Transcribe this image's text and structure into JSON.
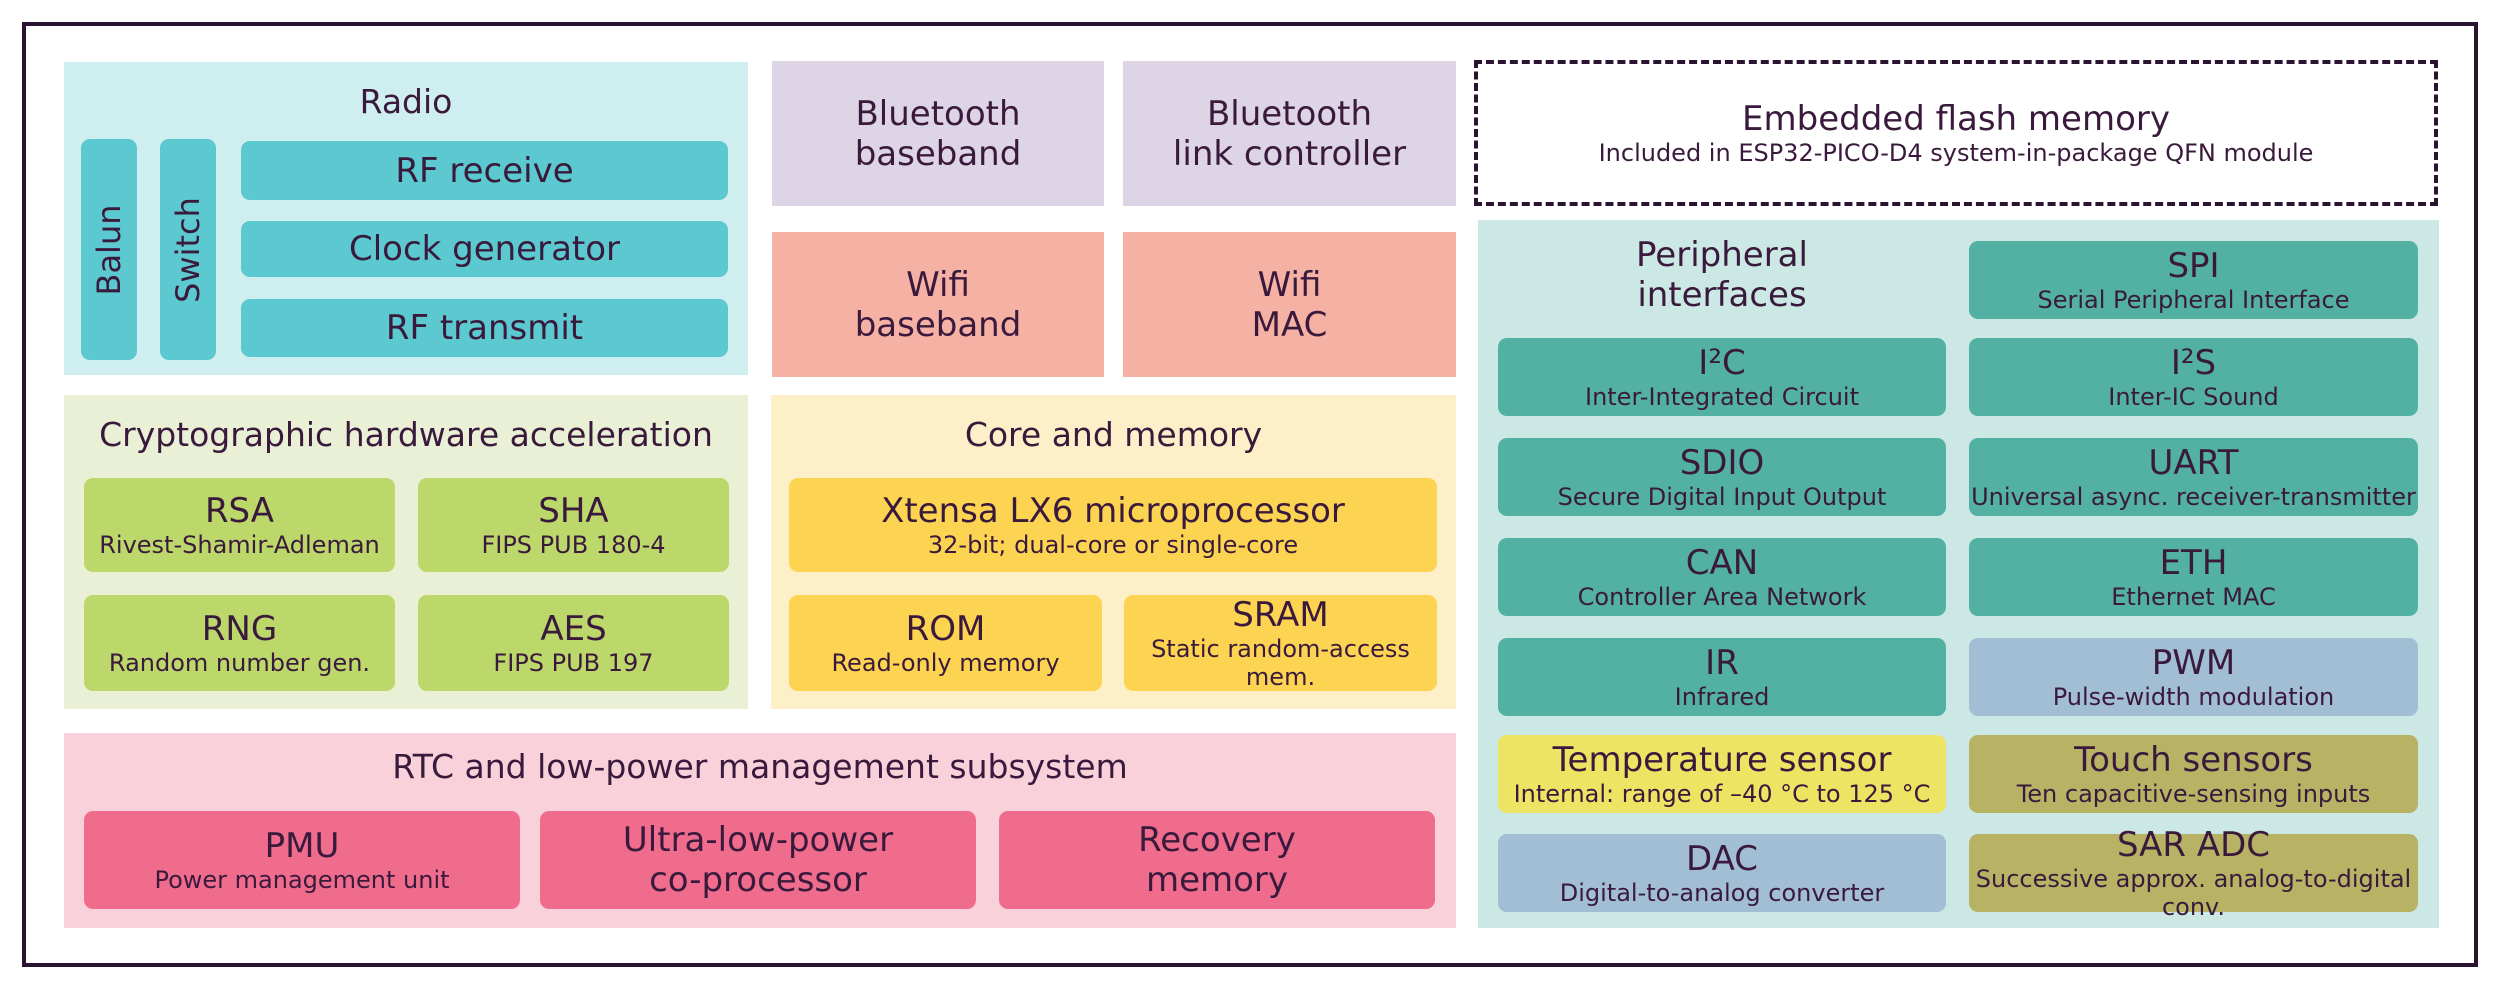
{
  "radio": {
    "title": "Radio",
    "balun": "Balun",
    "switch": "Switch",
    "rf_receive": "RF receive",
    "clock_generator": "Clock generator",
    "rf_transmit": "RF transmit"
  },
  "bluetooth": {
    "baseband": [
      "Bluetooth",
      "baseband"
    ],
    "link_controller": [
      "Bluetooth",
      "link controller"
    ]
  },
  "wifi": {
    "baseband": [
      "Wifi",
      "baseband"
    ],
    "mac": [
      "Wifi",
      "MAC"
    ]
  },
  "flash": {
    "title": "Embedded flash memory",
    "subtitle": "Included in ESP32-PICO-D4 system-in-package QFN module"
  },
  "crypto": {
    "title": "Cryptographic hardware acceleration",
    "rsa": {
      "title": "RSA",
      "sub": "Rivest-Shamir-Adleman"
    },
    "sha": {
      "title": "SHA",
      "sub": "FIPS PUB 180-4"
    },
    "rng": {
      "title": "RNG",
      "sub": "Random number gen."
    },
    "aes": {
      "title": "AES",
      "sub": "FIPS PUB 197"
    }
  },
  "core": {
    "title": "Core and memory",
    "cpu": {
      "title": "Xtensa LX6 microprocessor",
      "sub": "32-bit; dual-core or single-core"
    },
    "rom": {
      "title": "ROM",
      "sub": "Read-only memory"
    },
    "sram": {
      "title": "SRAM",
      "sub": "Static random-access mem."
    }
  },
  "rtc": {
    "title": "RTC and low-power management subsystem",
    "pmu": {
      "title": "PMU",
      "sub": "Power management unit"
    },
    "ulp": [
      "Ultra-low-power",
      "co-processor"
    ],
    "recovery": [
      "Recovery",
      "memory"
    ]
  },
  "peripherals": {
    "title": [
      "Peripheral",
      "interfaces"
    ],
    "spi": {
      "title": "SPI",
      "sub": "Serial Peripheral Interface"
    },
    "i2c": {
      "title": "I²C",
      "sub": "Inter-Integrated Circuit"
    },
    "i2s": {
      "title": "I²S",
      "sub": "Inter-IC Sound"
    },
    "sdio": {
      "title": "SDIO",
      "sub": "Secure Digital Input Output"
    },
    "uart": {
      "title": "UART",
      "sub": "Universal async. receiver-transmitter"
    },
    "can": {
      "title": "CAN",
      "sub": "Controller Area Network"
    },
    "eth": {
      "title": "ETH",
      "sub": "Ethernet MAC"
    },
    "ir": {
      "title": "IR",
      "sub": "Infrared"
    },
    "pwm": {
      "title": "PWM",
      "sub": "Pulse-width modulation"
    },
    "temp": {
      "title": "Temperature sensor",
      "sub": "Internal: range of –40 °C to 125 °C"
    },
    "touch": {
      "title": "Touch sensors",
      "sub": "Ten capacitive-sensing inputs"
    },
    "dac": {
      "title": "DAC",
      "sub": "Digital-to-analog converter"
    },
    "sar": {
      "title": "SAR ADC",
      "sub": "Successive approx. analog-to-digital conv."
    }
  },
  "colors": {
    "radio_bg": "#ceeeef",
    "radio_box": "#5bc9cf",
    "bt_bg": "#ddd5e5",
    "wifi_bg": "#f5b1a4",
    "crypto_bg": "#e9f0d5",
    "crypto_box": "#bcd76a",
    "core_bg": "#fdf0c9",
    "core_box": "#fdd451",
    "rtc_bg": "#f8d1da",
    "rtc_box": "#ef6c8c",
    "periph_bg": "#cbe8e5",
    "periph_box": "#52b1a2",
    "pwm_dac": "#a1bed4",
    "temp": "#ece462",
    "touch_sar": "#b8b364",
    "frame": "#2b1432"
  }
}
